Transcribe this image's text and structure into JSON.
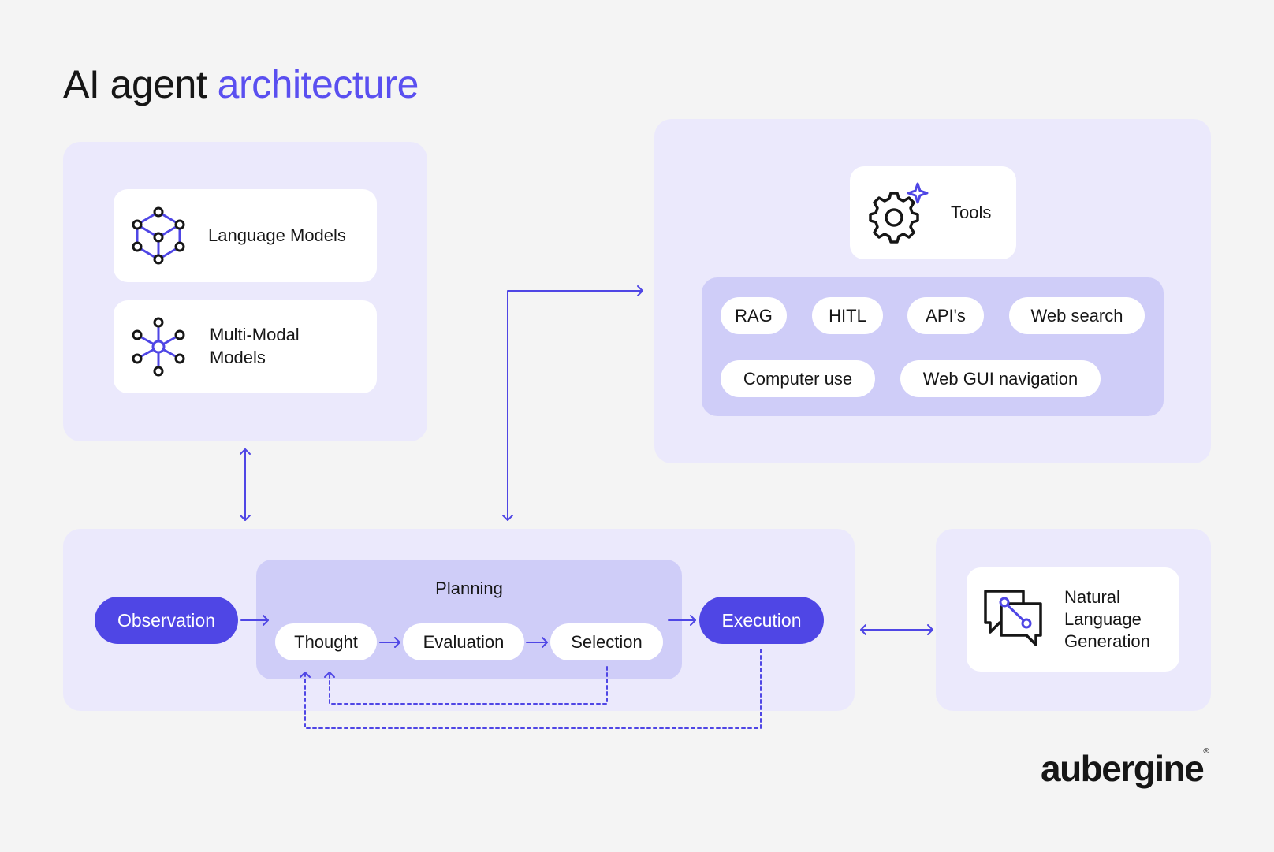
{
  "title": {
    "prefix": "AI agent",
    "accent": "architecture"
  },
  "models": {
    "language_models": "Language Models",
    "multimodal_line1": "Multi-Modal",
    "multimodal_line2": "Models"
  },
  "tools": {
    "title": "Tools",
    "items": [
      "RAG",
      "HITL",
      "API's",
      "Web search",
      "Computer use",
      "Web GUI navigation"
    ]
  },
  "flow": {
    "observation": "Observation",
    "planning": "Planning",
    "thought": "Thought",
    "evaluation": "Evaluation",
    "selection": "Selection",
    "execution": "Execution"
  },
  "nlg": {
    "line1": "Natural",
    "line2": "Language",
    "line3": "Generation"
  },
  "logo": {
    "text": "aubergine",
    "mark": "®"
  },
  "colors": {
    "accent": "#5a4ff0",
    "panel": "#ebe9fc",
    "inner_panel": "#cfcdf8",
    "dark_pill": "#4f46e5",
    "background": "#f4f4f4"
  }
}
